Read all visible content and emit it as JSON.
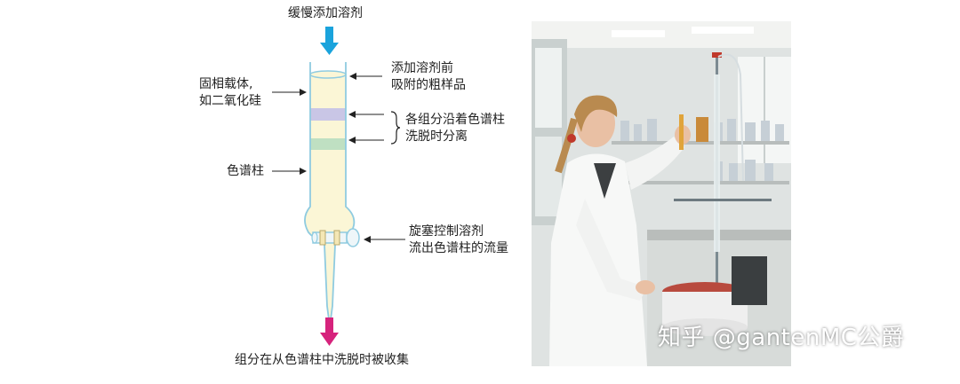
{
  "diagram": {
    "top_label": "缓慢添加溶剂",
    "support_label": [
      "固相载体,",
      "如二氧化硅"
    ],
    "sample_label": [
      "添加溶剂前",
      "吸附的粗样品"
    ],
    "bands_label": [
      "各组分沿着色谱柱",
      "洗脱时分离"
    ],
    "column_label": "色谱柱",
    "stopcock_label": [
      "旋塞控制溶剂",
      "流出色谱柱的流量"
    ],
    "bottom_label": "组分在从色谱柱中洗脱时被收集",
    "colors": {
      "inflow_arrow": "#1aa3dc",
      "outflow_arrow": "#d6237c",
      "column_fill": "#fbf6d6",
      "column_outline": "#8fcbe0",
      "band_upper": "#c9c6e6",
      "band_lower": "#bfe0c2"
    }
  },
  "photo": {
    "description_icons": [
      "scientist-photo"
    ]
  },
  "watermark": {
    "text": "知乎 @gantenMC公爵"
  }
}
